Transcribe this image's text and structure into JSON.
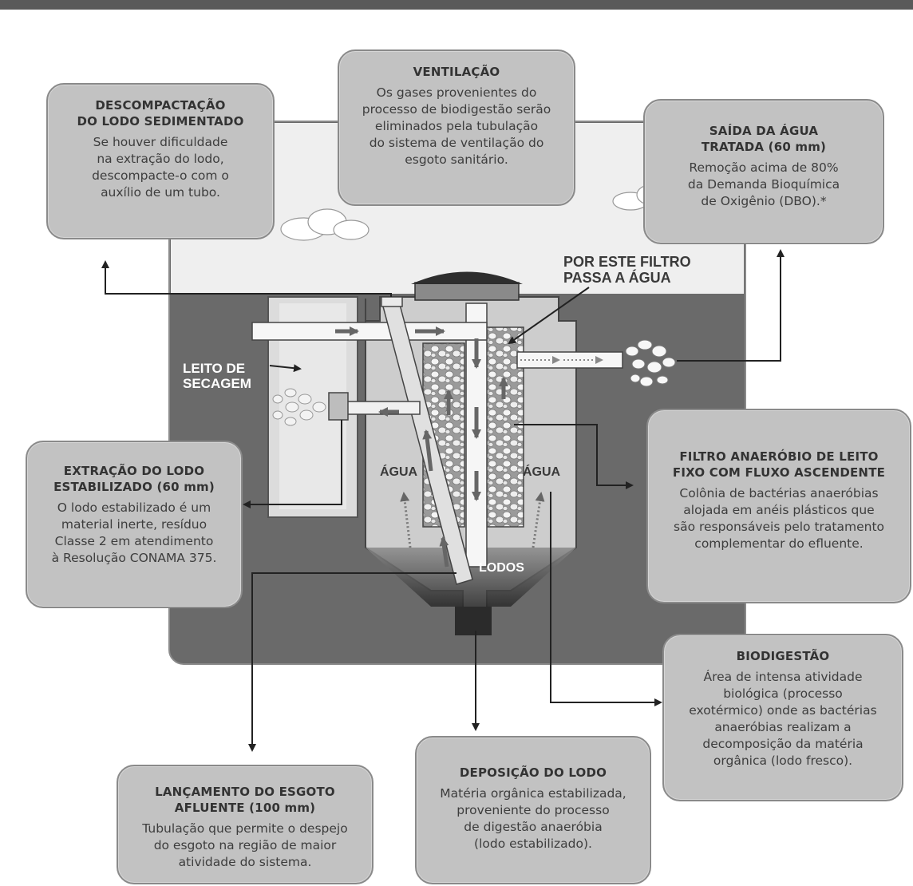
{
  "boxes": {
    "descompactacao": {
      "title": [
        "DESCOMPACTAÇÃO",
        "DO LODO SEDIMENTADO"
      ],
      "text": [
        "Se houver dificuldade",
        "na extração do lodo,",
        "descompacte-o com o",
        "auxílio de um tubo."
      ]
    },
    "ventilacao": {
      "title": [
        "VENTILAÇÃO"
      ],
      "text": [
        "Os gases provenientes do",
        "processo de biodigestão serão",
        "eliminados pela tubulação",
        "do sistema de ventilação do",
        "esgoto sanitário."
      ]
    },
    "saida": {
      "title": [
        "SAÍDA DA ÁGUA",
        "TRATADA (60 mm)"
      ],
      "text": [
        "Remoção acima de 80%",
        "da Demanda Bioquímica",
        "de Oxigênio (DBO).*"
      ]
    },
    "extracao": {
      "title": [
        "EXTRAÇÃO DO LODO",
        "ESTABILIZADO (60 mm)"
      ],
      "text": [
        "O lodo estabilizado é um",
        "material inerte, resíduo",
        "Classe 2 em atendimento",
        "à Resolução CONAMA 375."
      ]
    },
    "filtro": {
      "title": [
        "FILTRO ANAERÓBIO DE LEITO",
        "FIXO COM FLUXO ASCENDENTE"
      ],
      "text": [
        "Colônia de bactérias anaeróbias",
        "alojada em anéis plásticos que",
        "são responsáveis pelo tratamento",
        "complementar do efluente."
      ]
    },
    "biodigestao": {
      "title": [
        "BIODIGESTÃO"
      ],
      "text": [
        "Área de intensa atividade",
        "biológica (processo",
        "exotérmico) onde as bactérias",
        "anaeróbias realizam a",
        "decomposição da matéria",
        "orgânica (lodo fresco)."
      ]
    },
    "deposicao": {
      "title": [
        "DEPOSIÇÃO DO LODO"
      ],
      "text": [
        "Matéria orgânica estabilizada,",
        "proveniente do processo",
        "de digestão anaeróbia",
        "(lodo estabilizado)."
      ]
    },
    "lancamento": {
      "title": [
        "LANÇAMENTO DO ESGOTO",
        "AFLUENTE (100 mm)"
      ],
      "text": [
        "Tubulação que permite o despejo",
        "do esgoto na região de maior",
        "atividade do sistema."
      ]
    }
  },
  "labels": {
    "leito": [
      "LEITO DE",
      "SECAGEM"
    ],
    "filtro_passa": [
      "POR ESTE FILTRO",
      "PASSA A ÁGUA"
    ],
    "agua_left": "ÁGUA",
    "agua_right": "ÁGUA",
    "lodos": "LODOS"
  },
  "colors": {
    "sky": "#f0f0f0",
    "ground": "#6a6a6a",
    "tank": "#c9c9c9",
    "box": "#c2c2c2",
    "arrow": "#222222"
  }
}
